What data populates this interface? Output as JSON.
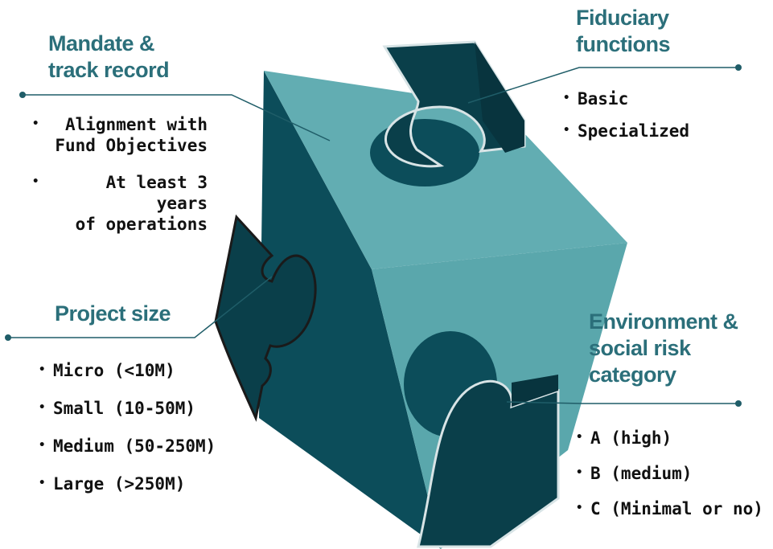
{
  "colors": {
    "heading": "#2b6f7a",
    "connector": "#1f5d68",
    "cube_light": "#62adb2",
    "cube_dark": "#0c4d5a",
    "cube_darker": "#08343e",
    "text": "#111111"
  },
  "mandate": {
    "title": [
      "Mandate &",
      "track record"
    ],
    "items": [
      "Alignment with\nFund Objectives",
      "At least 3 years\nof operations"
    ]
  },
  "fiduciary": {
    "title": [
      "Fiduciary",
      "functions"
    ],
    "items": [
      "Basic",
      "Specialized"
    ]
  },
  "project_size": {
    "title": [
      "Project size"
    ],
    "items": [
      "Micro (<10M)",
      "Small (10-50M)",
      "Medium (50-250M)",
      "Large (>250M)"
    ]
  },
  "environment": {
    "title": [
      "Environment &",
      "social risk",
      "category"
    ],
    "items": [
      "A (high)",
      "B (medium)",
      "C (Minimal or no)"
    ]
  }
}
